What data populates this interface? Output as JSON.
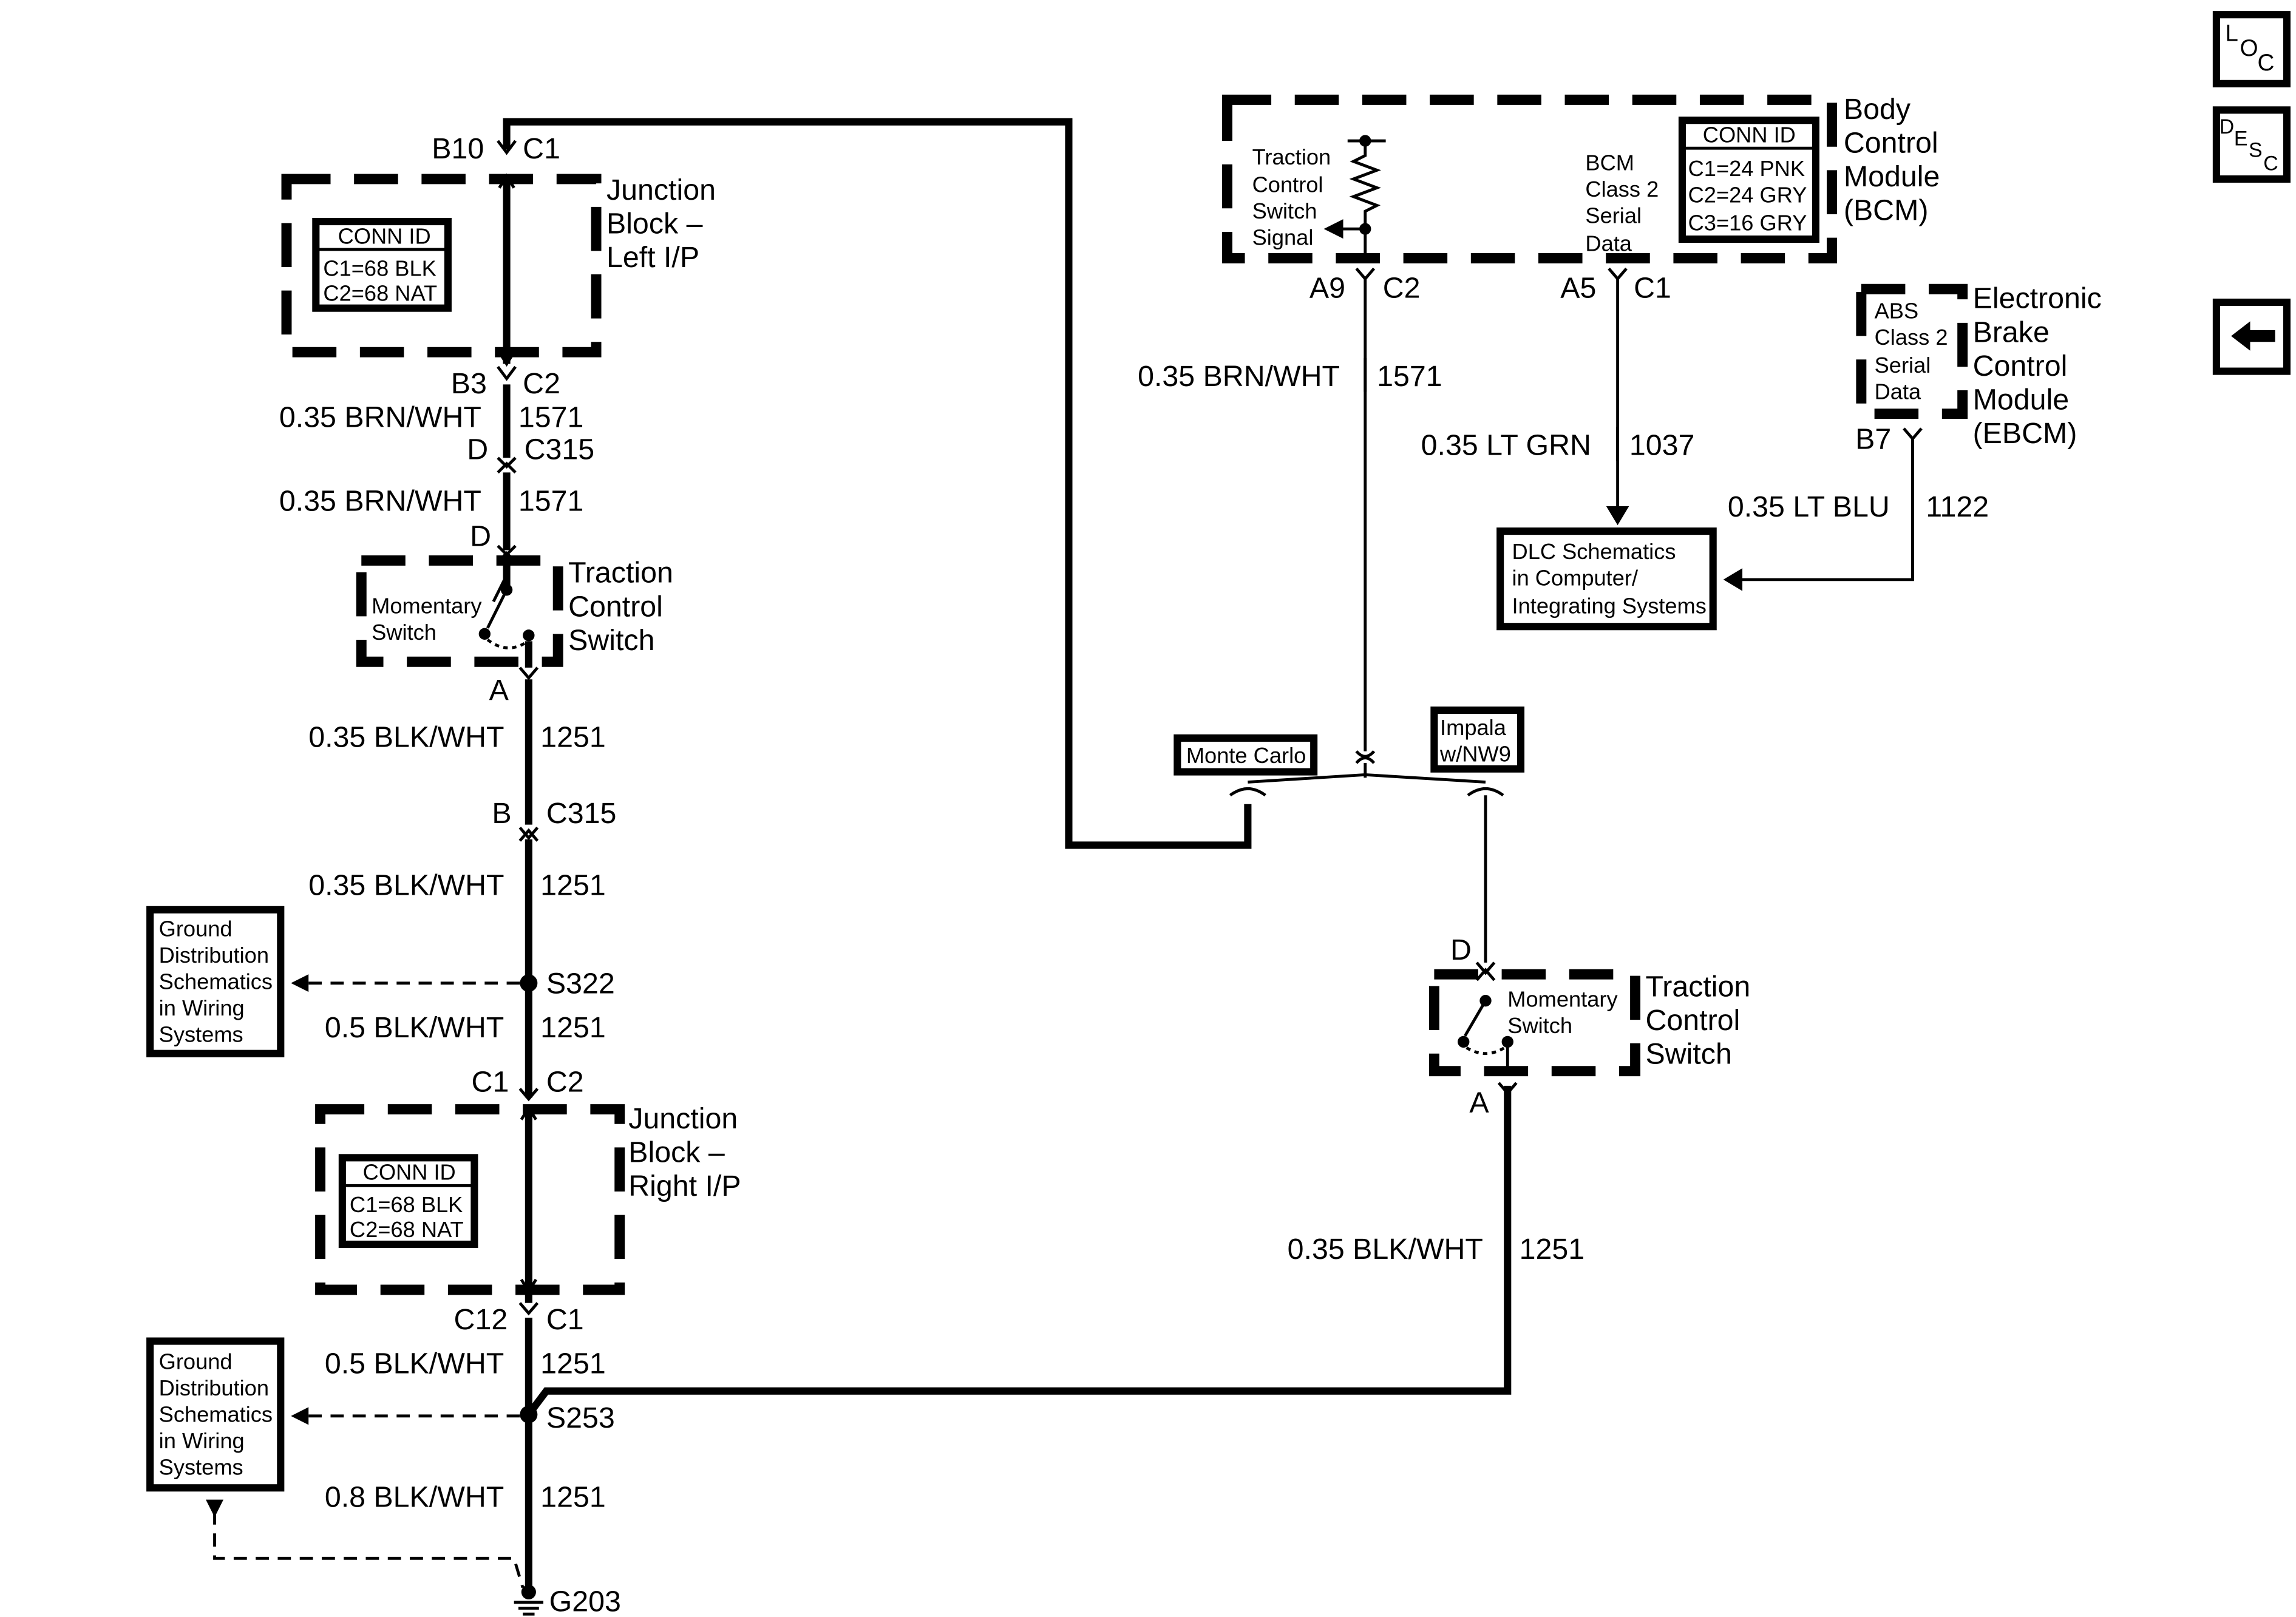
{
  "nav": {
    "loc_l": "L",
    "loc_o": "O",
    "loc_c": "C",
    "desc_d": "D",
    "desc_e": "E",
    "desc_s": "S",
    "desc_c": "C",
    "back_icon": "left-arrow-icon"
  },
  "jb_left": {
    "title": [
      "Junction",
      "Block –",
      "Left I/P"
    ],
    "conn_id": "CONN ID",
    "c1": "C1=68 BLK",
    "c2": "C2=68 NAT",
    "pin_top_a": "B10",
    "pin_top_b": "C1",
    "pin_bot_a": "B3",
    "pin_bot_b": "C2"
  },
  "jb_right": {
    "title": [
      "Junction",
      "Block –",
      "Right I/P"
    ],
    "conn_id": "CONN ID",
    "c1": "C1=68 BLK",
    "c2": "C2=68 NAT",
    "pin_top_a": "C1",
    "pin_top_b": "C2",
    "pin_bot_a": "C12",
    "pin_bot_b": "C1"
  },
  "bcm": {
    "title": [
      "Body",
      "Control",
      "Module",
      "(BCM)"
    ],
    "tcs_signal": [
      "Traction",
      "Control",
      "Switch",
      "Signal"
    ],
    "class2": [
      "BCM",
      "Class 2",
      "Serial",
      "Data"
    ],
    "conn_id": "CONN ID",
    "c1": "C1=24 PNK",
    "c2": "C2=24 GRY",
    "c3": "C3=16 GRY",
    "pin_a9": "A9",
    "pin_a9_conn": "C2",
    "pin_a5": "A5",
    "pin_a5_conn": "C1"
  },
  "ebcm": {
    "title": [
      "Electronic",
      "Brake",
      "Control",
      "Module",
      "(EBCM)"
    ],
    "inner": [
      "ABS",
      "Class 2",
      "Serial",
      "Data"
    ],
    "pin": "B7"
  },
  "dlc": {
    "lines": [
      "DLC Schematics",
      "in Computer/",
      "Integrating Systems"
    ]
  },
  "tcs_left": {
    "title": [
      "Traction",
      "Control",
      "Switch"
    ],
    "inner": [
      "Momentary",
      "Switch"
    ],
    "pin_top": "D",
    "pin_bot": "A"
  },
  "tcs_right": {
    "title": [
      "Traction",
      "Control",
      "Switch"
    ],
    "inner": [
      "Momentary",
      "Switch"
    ],
    "pin_top": "D",
    "pin_bot": "A"
  },
  "ground_ref_1": {
    "lines": [
      "Ground",
      "Distribution",
      "Schematics",
      "in Wiring",
      "Systems"
    ]
  },
  "ground_ref_2": {
    "lines": [
      "Ground",
      "Distribution",
      "Schematics",
      "in Wiring",
      "Systems"
    ]
  },
  "options": {
    "monte_carlo": "Monte Carlo",
    "impala": [
      "Impala",
      "w/NW9"
    ]
  },
  "connectors": {
    "c315_top_pin": "D",
    "c315_top_name": "C315",
    "c315_bot_pin": "D",
    "c315_b_pin": "B",
    "c315_b_name": "C315"
  },
  "splices": {
    "s322": "S322",
    "s253": "S253",
    "g203": "G203"
  },
  "wires": {
    "w1_gauge": "0.35 BRN/WHT",
    "w1_circuit": "1571",
    "w2_gauge": "0.35 BRN/WHT",
    "w2_circuit": "1571",
    "w3_gauge": "0.35 BLK/WHT",
    "w3_circuit": "1251",
    "w4_gauge": "0.35 BLK/WHT",
    "w4_circuit": "1251",
    "w5_gauge": "0.5 BLK/WHT",
    "w5_circuit": "1251",
    "w6_gauge": "0.5 BLK/WHT",
    "w6_circuit": "1251",
    "w7_gauge": "0.8 BLK/WHT",
    "w7_circuit": "1251",
    "w8_gauge": "0.35 BRN/WHT",
    "w8_circuit": "1571",
    "w9_gauge": "0.35 LT GRN",
    "w9_circuit": "1037",
    "w10_gauge": "0.35 LT BLU",
    "w10_circuit": "1122",
    "w11_gauge": "0.35 BLK/WHT",
    "w11_circuit": "1251"
  }
}
